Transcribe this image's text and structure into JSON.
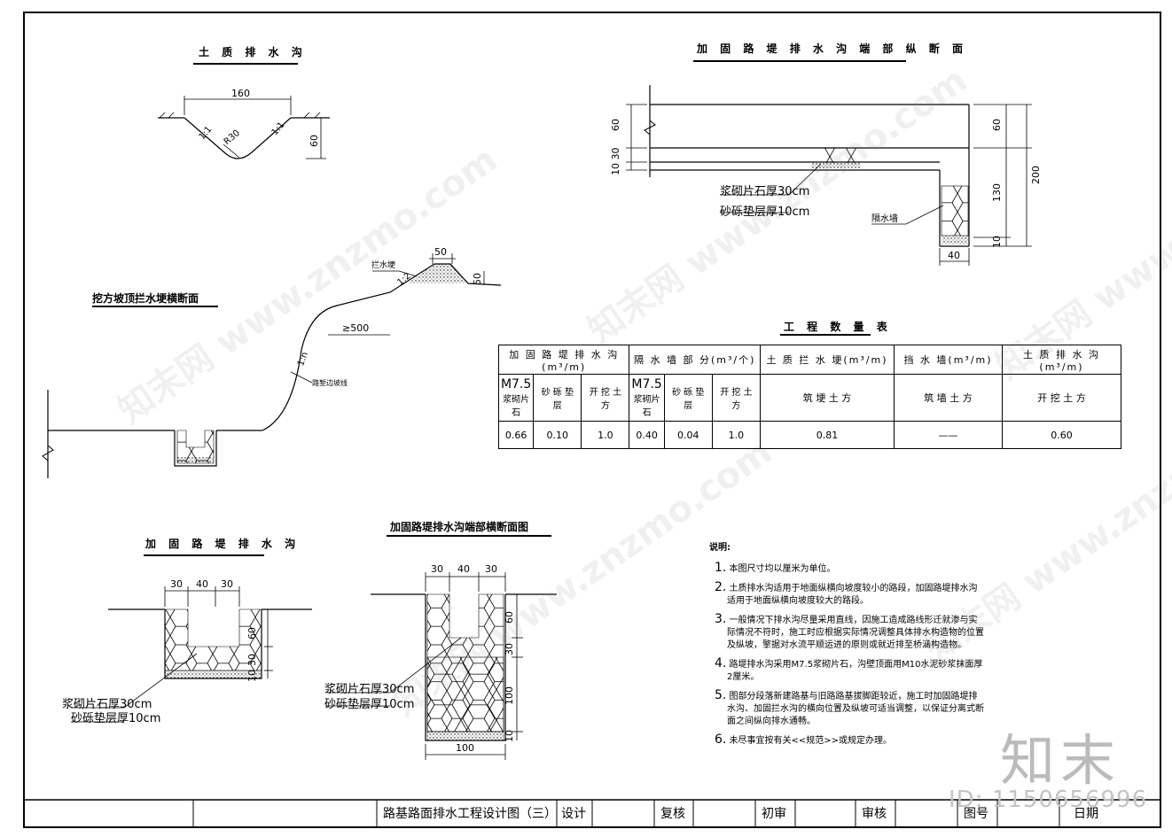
{
  "views": {
    "soil_ditch": {
      "title": "土 质 排 水 沟",
      "top_width": "160",
      "slope_left": "1:1",
      "slope_right": "1:1",
      "radius": "R30",
      "depth": "60"
    },
    "end_section": {
      "title": "加 固 路 堤 排 水 沟 端 部 纵 断 面",
      "dim_top": "60",
      "dim_mid": "10 30",
      "right_60": "60",
      "right_200": "200",
      "right_130": "130",
      "right_10": "10",
      "bottom_40": "40",
      "callout_stone": "浆砌片石厚30cm",
      "callout_gravel": "砂砾垫层厚10cm",
      "wall_label": "隔水墙"
    },
    "cut_slope": {
      "title": "挖方坡顶拦水埂横断面",
      "top_50": "50",
      "right_50": "50",
      "slope_12": "1:2",
      "slope_1n": "1:n",
      "dist": "≥500",
      "dike_label": "拦水埂",
      "edge_label": "路堑边坡线"
    },
    "reinforced_ditch": {
      "title": "加 固 路 堤 排 水 沟",
      "w1": "30",
      "w2": "40",
      "w3": "30",
      "h60": "60",
      "h30": "30",
      "h10": "10",
      "callout_stone": "浆砌片石厚30cm",
      "callout_gravel": "砂砾垫层厚10cm"
    },
    "end_cross": {
      "title": "加固路堤排水沟端部横断面图",
      "w1": "30",
      "w2": "40",
      "w3": "30",
      "h60": "60",
      "h30": "30",
      "h100": "100",
      "h10": "10",
      "bottom": "100",
      "callout_stone": "浆砌片石厚30cm",
      "callout_gravel": "砂砾垫层厚10cm"
    }
  },
  "quantity_table": {
    "title": "工 程 数 量 表",
    "headers": [
      "加 固 路 堤 排 水 沟(m³/m)",
      "隔 水 墙 部 分(m³/个)",
      "土 质 拦 水 埂(m³/m)",
      "挡 水 墙(m³/m)",
      "土 质 排 水 沟(m³/m)"
    ],
    "sub": {
      "m75a_big": "M7.5",
      "m75a_small": "浆砌片石",
      "gravel_a": "砂 砾 垫 层",
      "dig_a": "开 挖 土 方",
      "m75b_big": "M7.5",
      "m75b_small": "浆砌片石",
      "gravel_b": "砂 砾 垫 层",
      "dig_b": "开 挖 土 方",
      "fill_c": "筑 埂 土 方",
      "fill_d": "筑 墙 土 方",
      "dig_e": "开 挖 土 方"
    },
    "row": [
      "0.66",
      "0.10",
      "1.0",
      "0.40",
      "0.04",
      "1.0",
      "0.81",
      "——",
      "0.60"
    ]
  },
  "notes": {
    "title": "说明:",
    "items": [
      {
        "num": "1.",
        "text": "本图尺寸均以厘米为单位。"
      },
      {
        "num": "2.",
        "text": "土质排水沟适用于地面纵横向坡度较小的路段，加固路堤排水沟适用于地面纵横向坡度较大的路段。"
      },
      {
        "num": "3.",
        "text": "一般情况下排水沟尽量采用直线，因施工造成路线形迁就渗与实际情况不符时，施工时应根据实际情况调整具体排水构造物的位置及纵坡，擎据对水流平顺运进的原则或就近排至桥涵构造物。"
      },
      {
        "num": "4.",
        "text": "路堤排水沟采用M7.5浆砌片石，沟壁顶面用M10水泥砂浆抹面厚2厘米。"
      },
      {
        "num": "5.",
        "text": "图部分段落新建路基与旧路路基拔脚距较近，施工时加固路堤排水沟、加固拦水沟的横向位置及纵坡可适当调整，以保证分离式断面之间纵向排水通畅。"
      },
      {
        "num": "6.",
        "text": "未尽事宜按有关<<规范>>或规定办理。"
      }
    ]
  },
  "title_block": {
    "drawing_title": "路基路面排水工程设计图（三）",
    "design": "设计",
    "review": "复核",
    "preliminary": "初审",
    "audit": "审核",
    "drawing_no": "图号",
    "date": "日期"
  },
  "watermark": {
    "brand": "知末",
    "id": "ID: 1150656996",
    "site": "知末网 www.znzmo.com"
  }
}
